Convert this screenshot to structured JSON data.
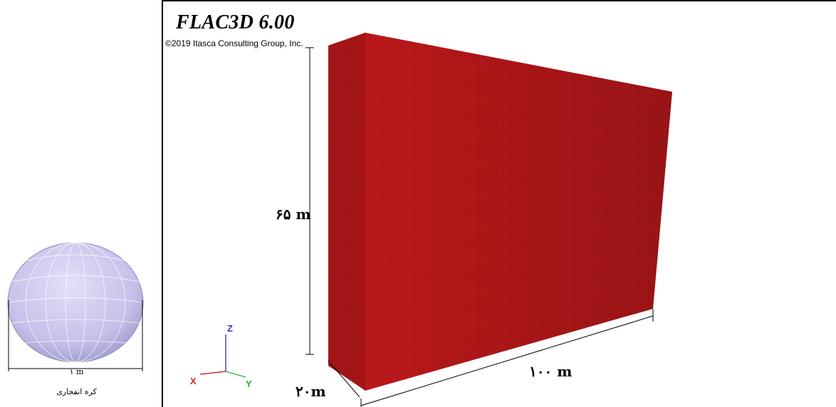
{
  "viewport": {
    "app_title": "FLAC3D 6.00",
    "copyright": "©2019 Itasca Consulting Group, Inc.",
    "model_color": "#c0181a",
    "dimensions": {
      "height": "۶۵ m",
      "length": "۱۰۰ m",
      "width": "۲۰m"
    },
    "axes": {
      "z": "Z",
      "x": "X",
      "y": "Y"
    }
  },
  "sphere_panel": {
    "diameter": "۱ m",
    "caption": "کره انفجاری",
    "sphere_color": "#c9c6ec"
  }
}
